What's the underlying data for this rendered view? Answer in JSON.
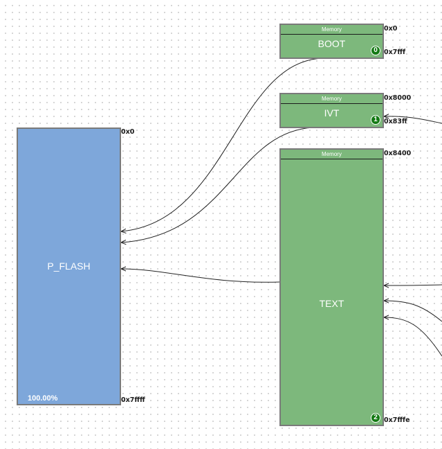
{
  "memory": {
    "name": "P_FLASH",
    "start": "0x0",
    "end": "0x7ffff",
    "usage": "100.00%"
  },
  "regions": [
    {
      "header": "Memory",
      "name": "BOOT",
      "start": "0x0",
      "end": "0x7fff",
      "index": "0"
    },
    {
      "header": "Memory",
      "name": "IVT",
      "start": "0x8000",
      "end": "0x83ff",
      "index": "1"
    },
    {
      "header": "Memory",
      "name": "TEXT",
      "start": "0x8400",
      "end": "0x7fffe",
      "index": "2"
    }
  ],
  "colors": {
    "region_fill": "#7db87c",
    "memory_fill": "#7ea7da",
    "badge": "#137a13",
    "border": "#7a7a7a"
  }
}
